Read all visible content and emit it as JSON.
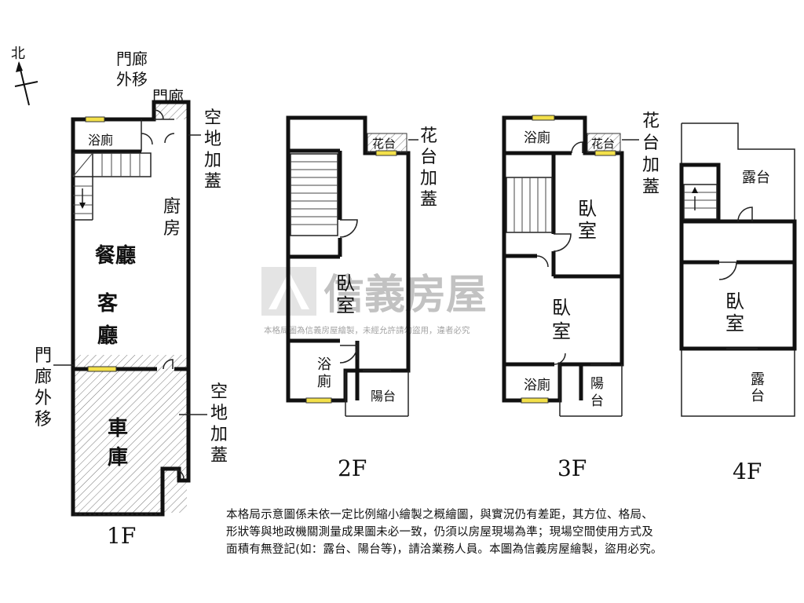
{
  "compass": {
    "label": "北"
  },
  "watermark": {
    "brand": "信義房屋",
    "notice": "本格局圖為信義房屋繪製，未經允許請勿盜用，違者必究"
  },
  "floors": {
    "f1": {
      "name": "1F",
      "rooms": {
        "porch_moved_top": [
          "門廊",
          "外移"
        ],
        "porch": "門廊",
        "bath": "浴廁",
        "open_land_cover_top": [
          "空",
          "地",
          "加",
          "蓋"
        ],
        "kitchen": [
          "廚",
          "房"
        ],
        "dining": "餐廳",
        "living": [
          "客",
          "廳"
        ],
        "porch_moved_side": [
          "門",
          "廊",
          "外",
          "移"
        ],
        "garage": [
          "車",
          "庫"
        ],
        "open_land_cover_side": [
          "空",
          "地",
          "加",
          "蓋"
        ]
      }
    },
    "f2": {
      "name": "2F",
      "rooms": {
        "planter": "花台",
        "planter_cover": [
          "花",
          "台",
          "加",
          "蓋"
        ],
        "bedroom": [
          "臥",
          "室"
        ],
        "bath": [
          "浴",
          "廁"
        ],
        "balcony": "陽台"
      }
    },
    "f3": {
      "name": "3F",
      "rooms": {
        "bath_top": "浴廁",
        "planter": "花台",
        "planter_cover": [
          "花",
          "台",
          "加",
          "蓋"
        ],
        "bedroom_a": [
          "臥",
          "室"
        ],
        "bedroom_b": [
          "臥",
          "室"
        ],
        "bath_bottom": "浴廁",
        "balcony": [
          "陽",
          "台"
        ]
      }
    },
    "f4": {
      "name": "4F",
      "rooms": {
        "terrace_top": "露台",
        "bedroom": [
          "臥",
          "室"
        ],
        "terrace_bottom": [
          "露",
          "台"
        ]
      }
    }
  },
  "disclaimer": [
    "本格局示意圖係未依一定比例縮小繪製之概繪圖，與實況仍有差距，其方位、格局、",
    "形狀等與地政機關測量成果圖未必一致，仍須以房屋現場為準；現場空間使用方式及",
    "面積有無登記(如：露台、陽台等)，請洽業務人員。本圖為信義房屋繪製，盜用必究。"
  ]
}
